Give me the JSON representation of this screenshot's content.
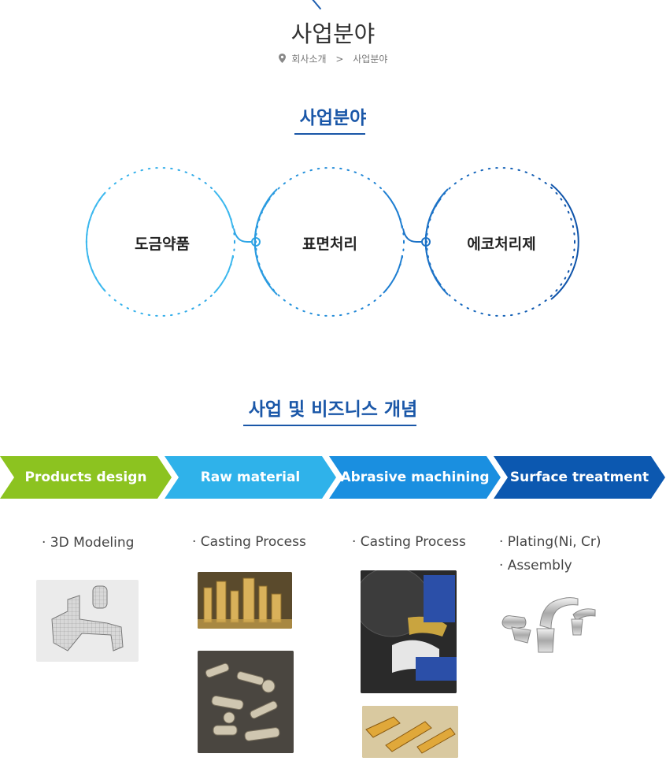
{
  "header": {
    "page_title": "사업분야",
    "breadcrumb": [
      "회사소개",
      "사업분야"
    ],
    "breadcrumb_sep": ">"
  },
  "business_area": {
    "title": "사업분야",
    "circles": [
      "도금약품",
      "표면처리",
      "에코처리제"
    ]
  },
  "concept": {
    "title": "사업 및 비즈니스 개념",
    "steps": [
      {
        "label": "Products design",
        "color": "#8cc320"
      },
      {
        "label": "Raw material",
        "color": "#2fb2ea"
      },
      {
        "label": "Abrasive machining",
        "color": "#1a8fe0"
      },
      {
        "label": "Surface treatment",
        "color": "#0c58b0"
      }
    ],
    "columns": [
      {
        "items": [
          "· 3D Modeling"
        ]
      },
      {
        "items": [
          "· Casting Process"
        ]
      },
      {
        "items": [
          "· Casting Process"
        ]
      },
      {
        "items": [
          "· Plating(Ni, Cr)",
          "· Assembly"
        ]
      }
    ]
  },
  "colors": {
    "accent": "#1a57a8"
  }
}
